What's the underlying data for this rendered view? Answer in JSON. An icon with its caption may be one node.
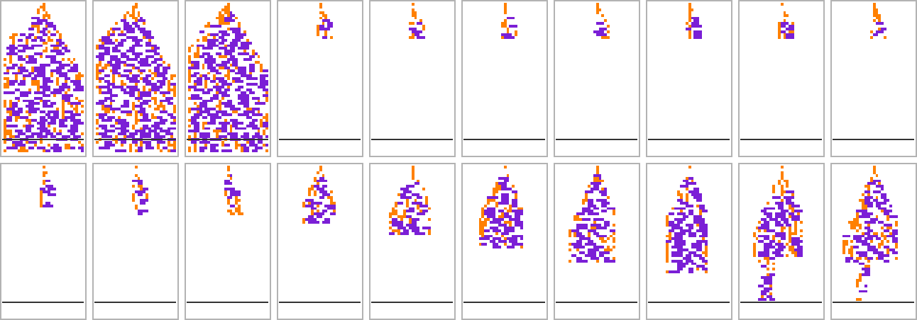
{
  "diagram": {
    "nodes": [
      {
        "text": [],
        "shape": "picture"
      },
      {
        "text": [],
        "shape": "picture"
      },
      {
        "text": [],
        "shape": "picture"
      },
      {
        "text": [],
        "shape": "picture"
      },
      {
        "text": [],
        "shape": "picture"
      },
      {
        "text": [],
        "shape": "picture"
      },
      {
        "text": [],
        "shape": "picture"
      },
      {
        "text": [],
        "shape": "picture"
      },
      {
        "text": [],
        "shape": "picture"
      },
      {
        "text": [],
        "shape": "picture"
      },
      {
        "text": [],
        "shape": "picture"
      },
      {
        "text": [],
        "shape": "picture"
      },
      {
        "text": [],
        "shape": "picture"
      },
      {
        "text": [],
        "shape": "picture"
      },
      {
        "text": [],
        "shape": "picture"
      },
      {
        "text": [],
        "shape": "picture"
      },
      {
        "text": [],
        "shape": "picture"
      },
      {
        "text": [],
        "shape": "picture"
      },
      {
        "text": [],
        "shape": "picture"
      },
      {
        "text": [],
        "shape": "picture"
      }
    ]
  }
}
